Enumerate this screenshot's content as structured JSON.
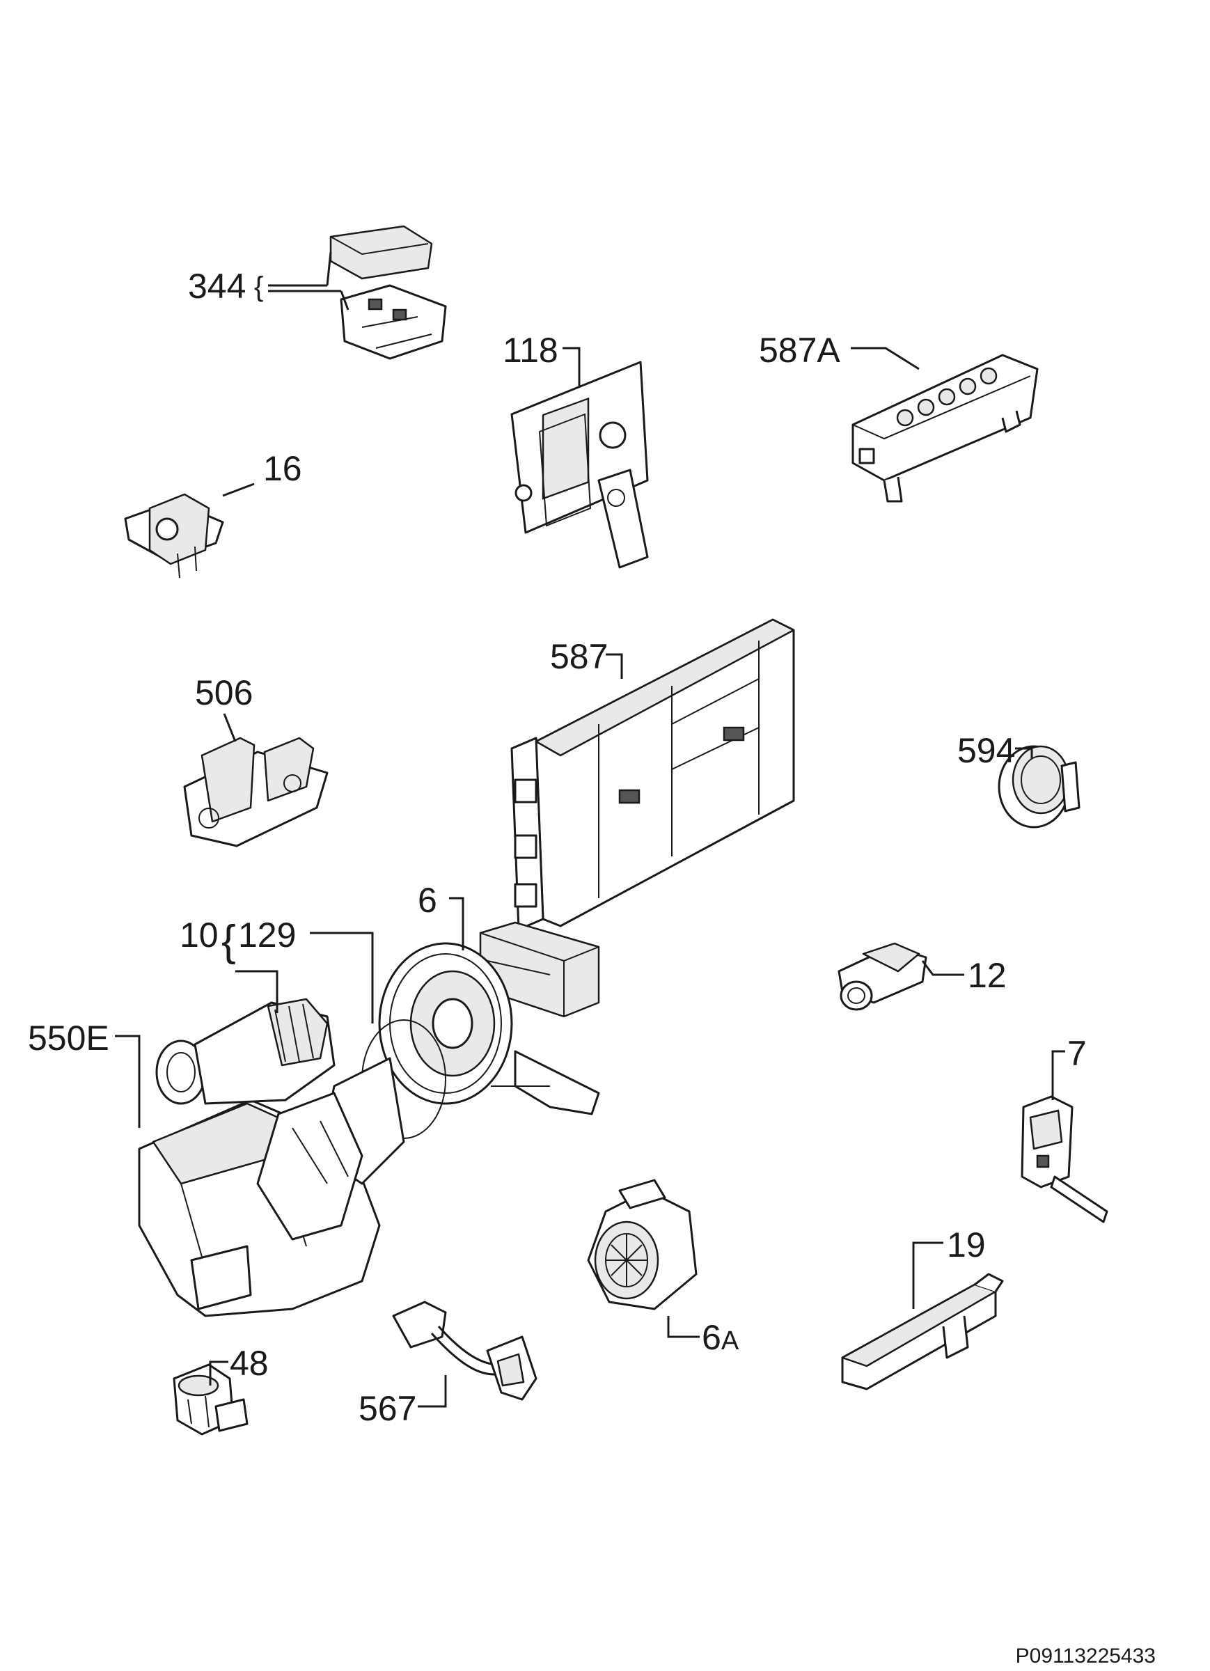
{
  "labels": {
    "p344": "344",
    "p118": "118",
    "p587A": "587A",
    "p16": "16",
    "p587": "587",
    "p506": "506",
    "p594": "594",
    "p6": "6",
    "p10": "10",
    "p129": "129",
    "p12": "12",
    "p550E": "550E",
    "p7": "7",
    "p19": "19",
    "p6A_num": "6",
    "p6A_suffix": "A",
    "p48": "48",
    "p567": "567"
  },
  "document_id": "P09113225433"
}
